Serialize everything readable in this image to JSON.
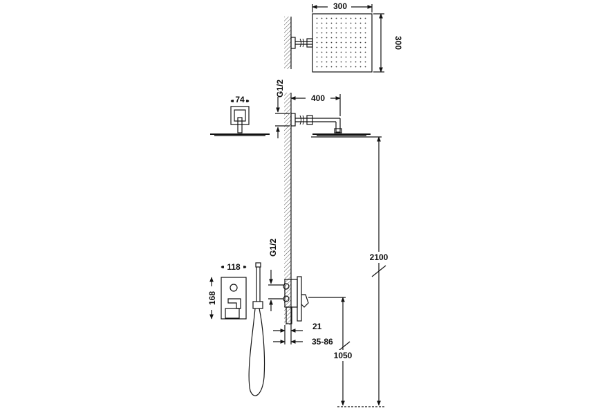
{
  "dimensions": {
    "head_width": "300",
    "head_height": "300",
    "arm_thread": "G1/2",
    "arm_length": "400",
    "arm_flange": "74",
    "total_height": "2100",
    "valve_thread": "G1/2",
    "mixer_plate_width": "118",
    "mixer_plate_height": "168",
    "plate_offset": "21",
    "wall_depth": "35-86",
    "mixer_height": "1050"
  },
  "colors": {
    "line": "#111111",
    "hatch": "#555555"
  }
}
